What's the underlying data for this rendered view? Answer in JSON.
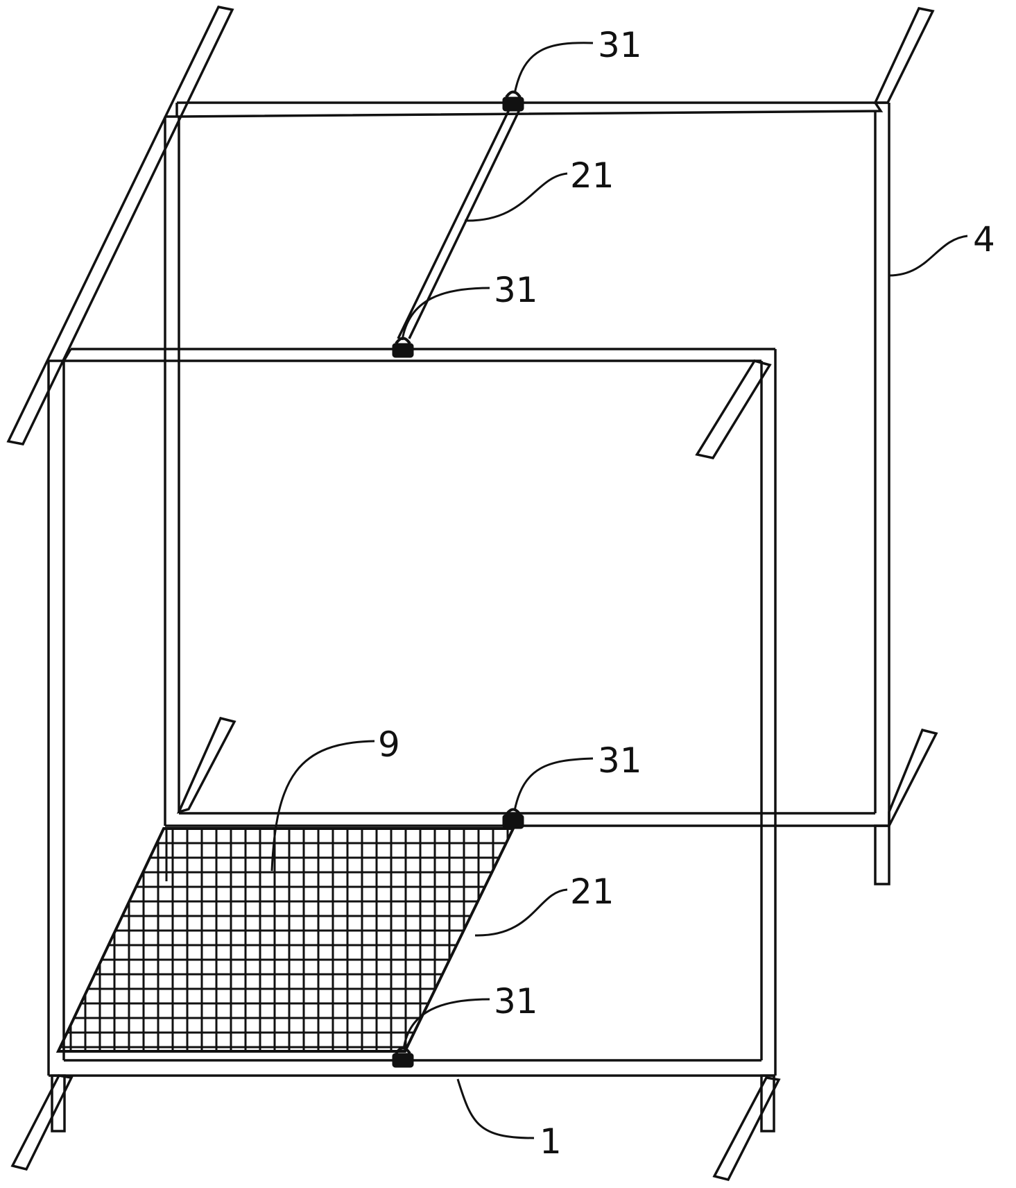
{
  "labels": {
    "top_clip": "31",
    "upper_rod": "21",
    "right_frame": "4",
    "middle_clip": "31",
    "mesh": "9",
    "lower_clip": "31",
    "lower_rod": "21",
    "bottom_clip": "31",
    "base_frame": "1"
  },
  "colors": {
    "stroke": "#111111",
    "background": "#ffffff"
  }
}
